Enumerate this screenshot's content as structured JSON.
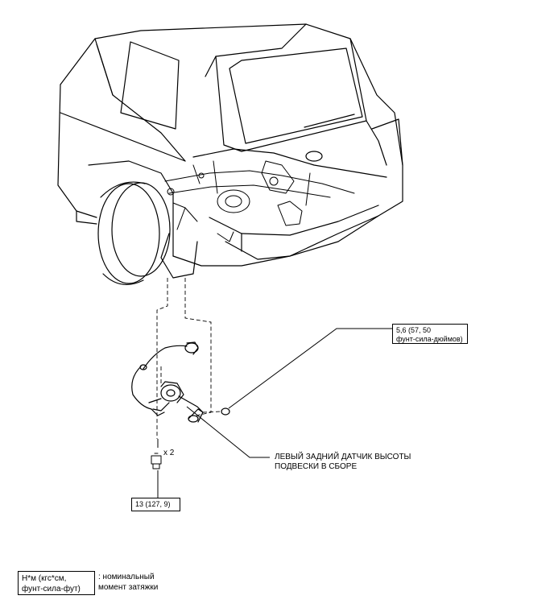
{
  "callouts": {
    "nut_torque_line1": "5,6 (57, 50",
    "nut_torque_line2": "фунт-сила-дюймов)",
    "bolt_qty": "x 2",
    "bolt_torque": "13 (127, 9)",
    "part_name_line1": "ЛЕВЫЙ ЗАДНИЙ ДАТЧИК ВЫСОТЫ",
    "part_name_line2": "ПОДВЕСКИ В СБОРЕ"
  },
  "legend": {
    "units_line1": "Н*м (кгс*см,",
    "units_line2": "фунт-сила-фут)",
    "desc_line1": ": номинальный",
    "desc_line2": "момент затяжки"
  }
}
